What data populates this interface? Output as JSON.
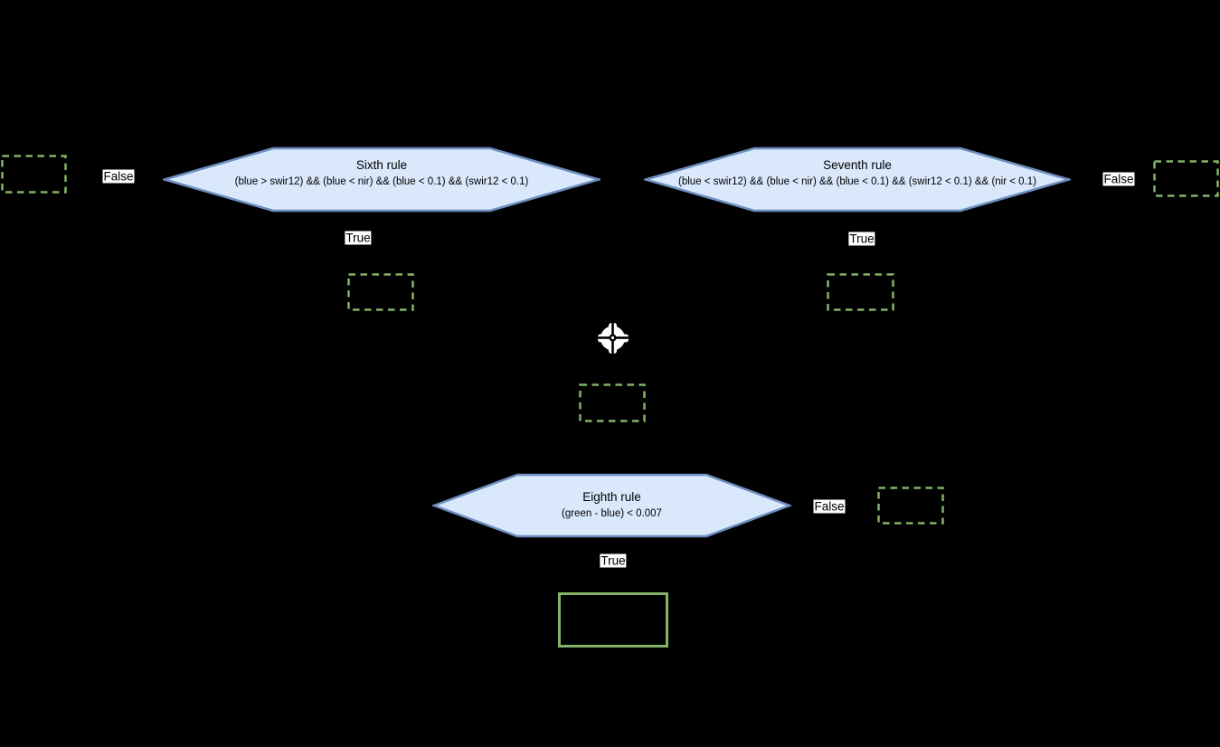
{
  "diagram": {
    "type": "decision-tree-flowchart",
    "background": "#000000",
    "colors": {
      "decision_fill": "#dae8fc",
      "decision_stroke": "#6c8ebf",
      "placeholder_stroke": "#82b366",
      "edge_label_bg": "#ffffff",
      "text": "#000000"
    },
    "rules": {
      "sixth": {
        "title": "Sixth rule",
        "condition": "(blue > swir12) && (blue < nir) && (blue < 0.1) && (swir12 < 0.1)"
      },
      "seventh": {
        "title": "Seventh rule",
        "condition": "(blue < swir12) && (blue < nir) && (blue < 0.1) && (swir12 < 0.1) && (nir < 0.1)"
      },
      "eighth": {
        "title": "Eighth rule",
        "condition": "(green - blue) < 0.007"
      }
    },
    "edge_labels": {
      "true_label": "True",
      "false_label": "False"
    },
    "icons": {
      "cursor": "crosshair-cursor"
    }
  }
}
